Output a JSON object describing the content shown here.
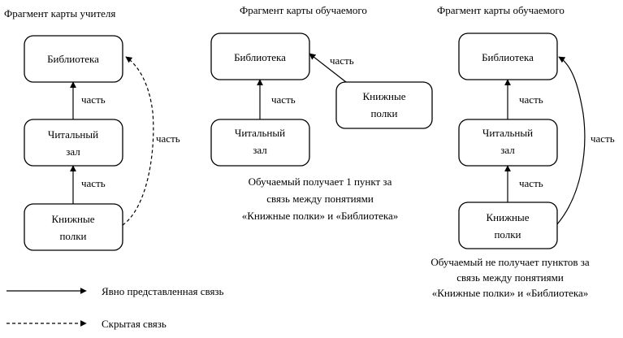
{
  "titles": {
    "teacher": "Фрагмент карты учителя",
    "student1": "Фрагмент карты обучаемого",
    "student2": "Фрагмент карты обучаемого"
  },
  "concepts": {
    "library": "Библиотека",
    "reading_room_line1": "Читальный",
    "reading_room_line2": "зал",
    "bookshelves_line1": "Книжные",
    "bookshelves_line2": "полки"
  },
  "relation_label": "часть",
  "captions": {
    "student1": {
      "line1": "Обучаемый получает 1 пункт за",
      "line2": "связь между понятиями",
      "line3": "«Книжные полки» и «Библиотека»"
    },
    "student2": {
      "line1": "Обучаемый не получает пунктов за",
      "line2": "связь между понятиями",
      "line3": "«Книжные полки» и «Библиотека»"
    }
  },
  "legend": {
    "explicit": "Явно представленная  связь",
    "hidden": "Скрытая связь"
  }
}
